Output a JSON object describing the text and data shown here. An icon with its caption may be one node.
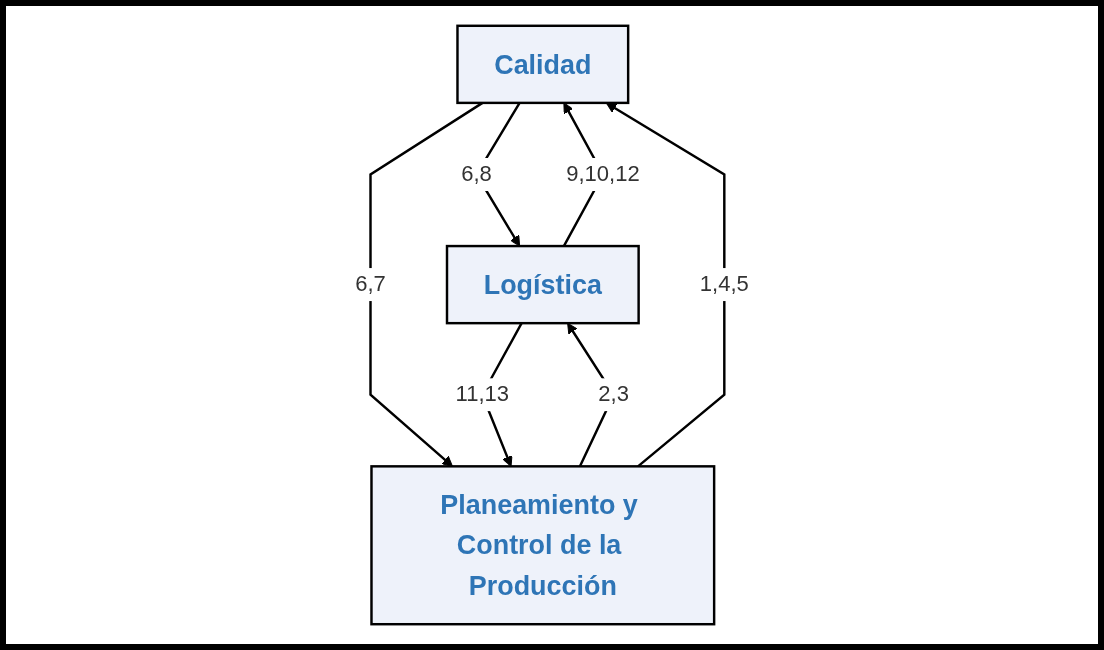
{
  "diagram": {
    "nodes": [
      {
        "text": [
          "Calidad"
        ]
      },
      {
        "text": [
          "Logística"
        ]
      },
      {
        "text": [
          "Planeamiento y Control de la Producción"
        ]
      }
    ],
    "edges": [
      {
        "from": 1,
        "to": 0,
        "arrow": "to",
        "label": "9,10,12"
      },
      {
        "from": 0,
        "to": 1,
        "arrow": "to",
        "label": "6,8"
      },
      {
        "from": 0,
        "to": 2,
        "arrow": "to",
        "label": "6,7"
      },
      {
        "from": 2,
        "to": 1,
        "arrow": "to",
        "label": "2,3"
      },
      {
        "from": 1,
        "to": 2,
        "arrow": "to",
        "label": "11,13"
      },
      {
        "from": 2,
        "to": 0,
        "arrow": "to",
        "label": "1,4,5"
      }
    ]
  }
}
